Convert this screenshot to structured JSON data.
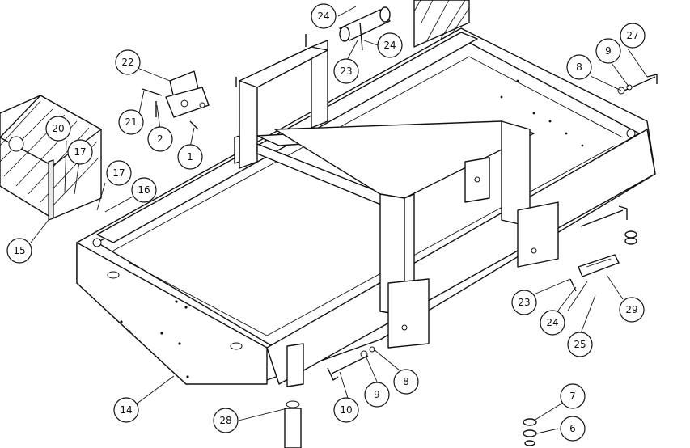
{
  "diagram": {
    "callouts": [
      {
        "id": "c1",
        "label": "1"
      },
      {
        "id": "c2",
        "label": "2"
      },
      {
        "id": "c6",
        "label": "6"
      },
      {
        "id": "c7",
        "label": "7"
      },
      {
        "id": "c8a",
        "label": "8"
      },
      {
        "id": "c8b",
        "label": "8"
      },
      {
        "id": "c9a",
        "label": "9"
      },
      {
        "id": "c9b",
        "label": "9"
      },
      {
        "id": "c10",
        "label": "10"
      },
      {
        "id": "c14",
        "label": "14"
      },
      {
        "id": "c15",
        "label": "15"
      },
      {
        "id": "c16",
        "label": "16"
      },
      {
        "id": "c17a",
        "label": "17"
      },
      {
        "id": "c17b",
        "label": "17"
      },
      {
        "id": "c20",
        "label": "20"
      },
      {
        "id": "c21",
        "label": "21"
      },
      {
        "id": "c22",
        "label": "22"
      },
      {
        "id": "c23a",
        "label": "23"
      },
      {
        "id": "c23b",
        "label": "23"
      },
      {
        "id": "c24a",
        "label": "24"
      },
      {
        "id": "c24b",
        "label": "24"
      },
      {
        "id": "c24c",
        "label": "24"
      },
      {
        "id": "c25",
        "label": "25"
      },
      {
        "id": "c27",
        "label": "27"
      },
      {
        "id": "c28",
        "label": "28"
      },
      {
        "id": "c29",
        "label": "29"
      }
    ]
  }
}
